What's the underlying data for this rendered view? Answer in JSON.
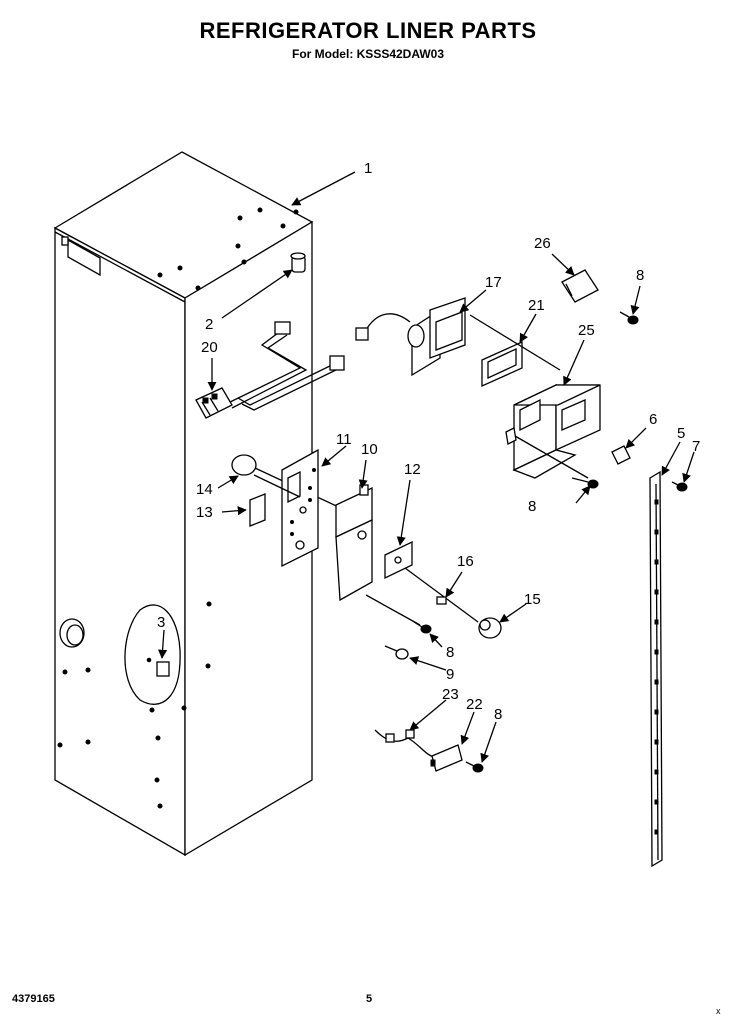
{
  "header": {
    "title": "REFRIGERATOR LINER PARTS",
    "subtitle": "For Model: KSSS42DAW03"
  },
  "footer": {
    "doc_number": "4379165",
    "page_number": "5",
    "corner_mark": "x"
  },
  "callouts": [
    "1",
    "2",
    "20",
    "17",
    "21",
    "26",
    "8",
    "25",
    "6",
    "5",
    "7",
    "11",
    "10",
    "12",
    "14",
    "13",
    "8",
    "16",
    "15",
    "3",
    "8",
    "9",
    "23",
    "22",
    "8"
  ]
}
